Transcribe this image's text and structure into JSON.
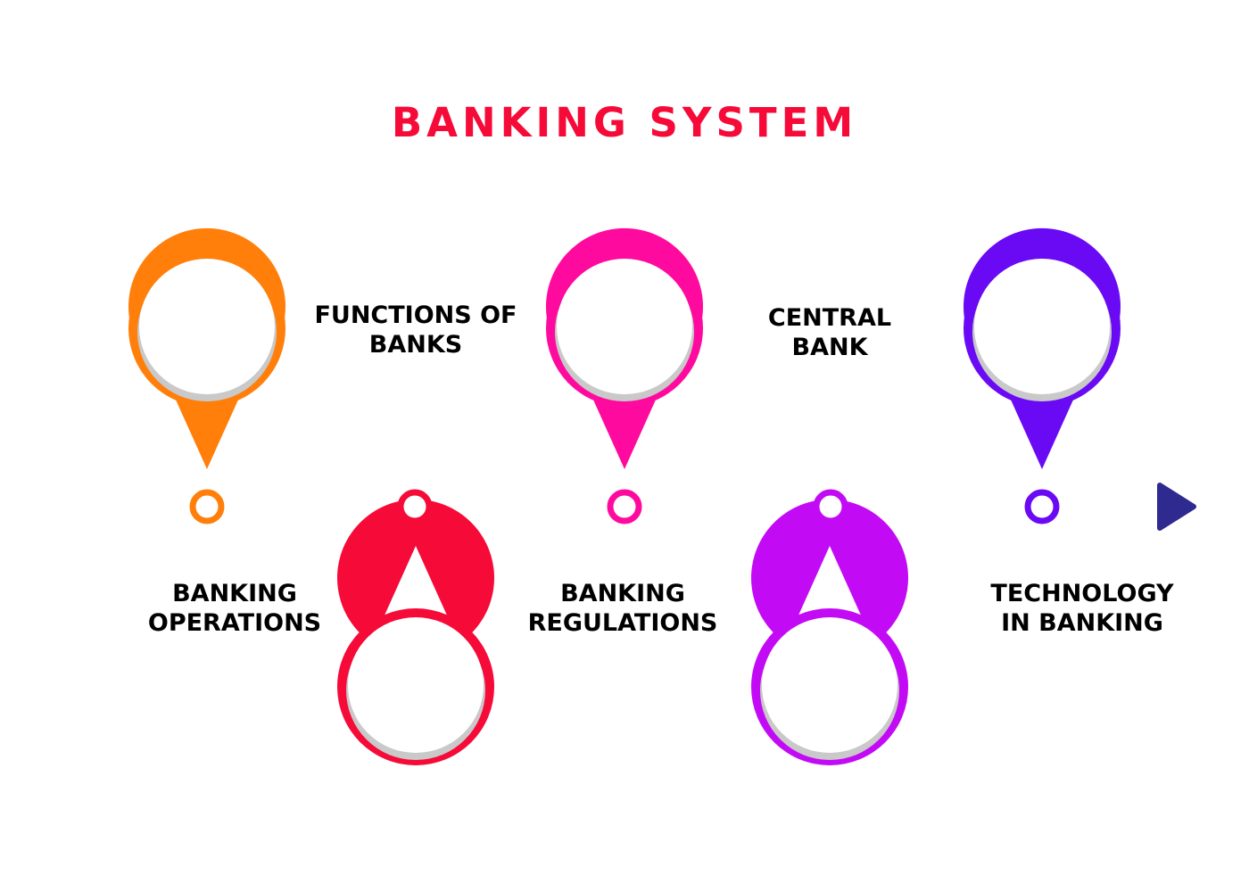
{
  "title": "BANKING SYSTEM",
  "timeline": {
    "steps": [
      {
        "line1": "BANKING",
        "line2": "OPERATIONS",
        "color": "#ff7f0a"
      },
      {
        "line1": "FUNCTIONS OF",
        "line2": "BANKS",
        "color": "#f50a38"
      },
      {
        "line1": "BANKING",
        "line2": "REGULATIONS",
        "color": "#ff0a9e"
      },
      {
        "line1": "CENTRAL",
        "line2": "BANK",
        "color": "#c30af5"
      },
      {
        "line1": "TECHNOLOGY",
        "line2": "IN BANKING",
        "color": "#6a0af5"
      }
    ],
    "arrow_color": "#2f2a8f"
  }
}
